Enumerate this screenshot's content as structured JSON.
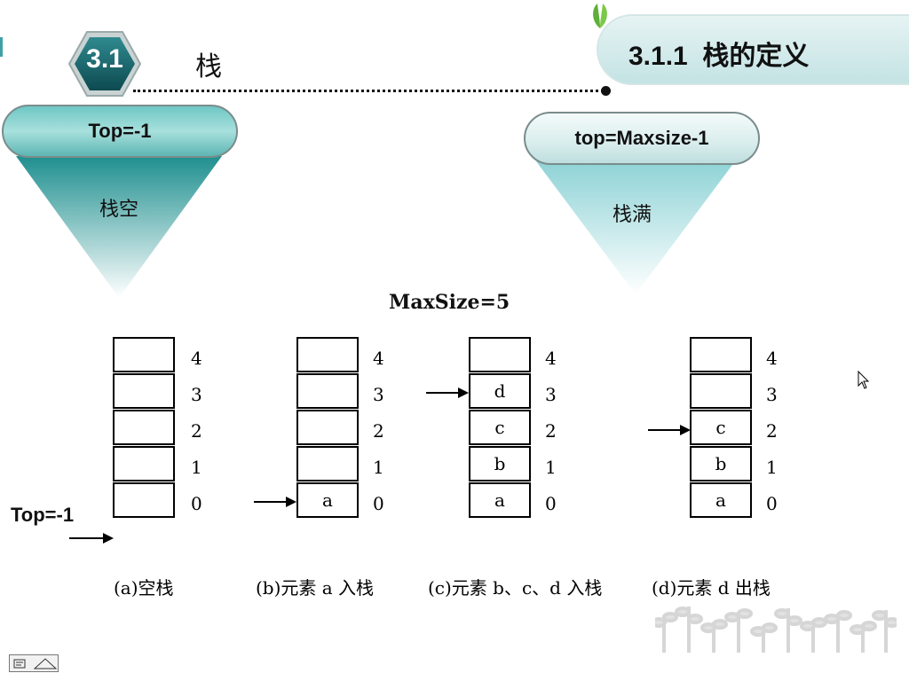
{
  "header": {
    "section_num": "3.1",
    "section_title": "栈",
    "subsection_title": "3.1.1  栈的定义"
  },
  "left_funnel": {
    "label": "Top=-1",
    "caption": "栈空"
  },
  "right_funnel": {
    "label": "top=Maxsize-1",
    "caption": "栈满"
  },
  "diagram": {
    "maxsize_label": "MaxSize=5",
    "top_label": "Top=-1",
    "indices": [
      "4",
      "3",
      "2",
      "1",
      "0"
    ],
    "stacks": [
      {
        "caption": "(a)空栈",
        "cells": [
          "",
          "",
          "",
          "",
          ""
        ]
      },
      {
        "caption": "(b)元素 a 入栈",
        "cells": [
          "",
          "",
          "",
          "",
          "a"
        ]
      },
      {
        "caption": "(c)元素 b、c、d 入栈",
        "cells": [
          "",
          "d",
          "c",
          "b",
          "a"
        ]
      },
      {
        "caption": "(d)元素 d 出栈",
        "cells": [
          "",
          "",
          "c",
          "b",
          "a"
        ]
      }
    ]
  }
}
